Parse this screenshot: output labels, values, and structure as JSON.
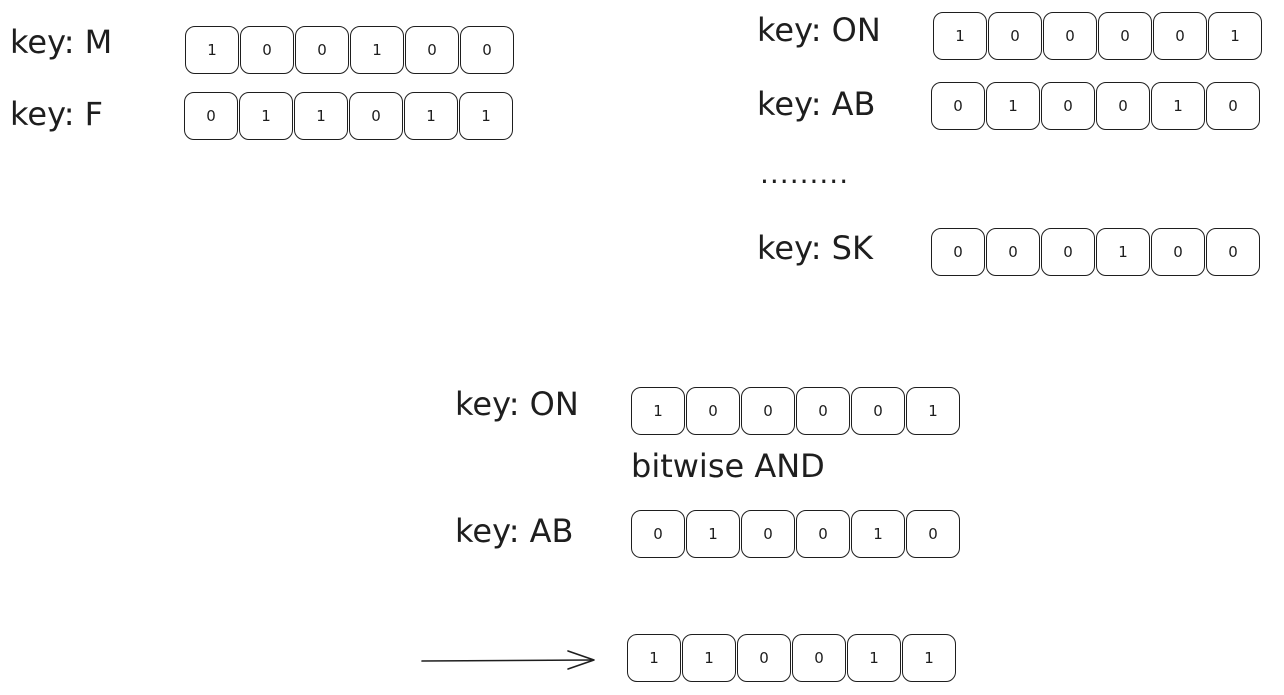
{
  "top_left": {
    "rows": [
      {
        "label": "key: M",
        "bits": [
          "1",
          "0",
          "0",
          "1",
          "0",
          "0"
        ]
      },
      {
        "label": "key: F",
        "bits": [
          "0",
          "1",
          "1",
          "0",
          "1",
          "1"
        ]
      }
    ]
  },
  "top_right": {
    "rows": [
      {
        "label": "key: ON",
        "bits": [
          "1",
          "0",
          "0",
          "0",
          "0",
          "1"
        ]
      },
      {
        "label": "key: AB",
        "bits": [
          "0",
          "1",
          "0",
          "0",
          "1",
          "0"
        ]
      },
      {
        "label": "key: SK",
        "bits": [
          "0",
          "0",
          "0",
          "1",
          "0",
          "0"
        ]
      }
    ],
    "ellipsis": "........."
  },
  "bottom": {
    "rows": [
      {
        "label": "key: ON",
        "bits": [
          "1",
          "0",
          "0",
          "0",
          "0",
          "1"
        ]
      },
      {
        "label": "key: AB",
        "bits": [
          "0",
          "1",
          "0",
          "0",
          "1",
          "0"
        ]
      }
    ],
    "operation": "bitwise AND",
    "result_bits": [
      "1",
      "1",
      "0",
      "0",
      "1",
      "1"
    ]
  }
}
